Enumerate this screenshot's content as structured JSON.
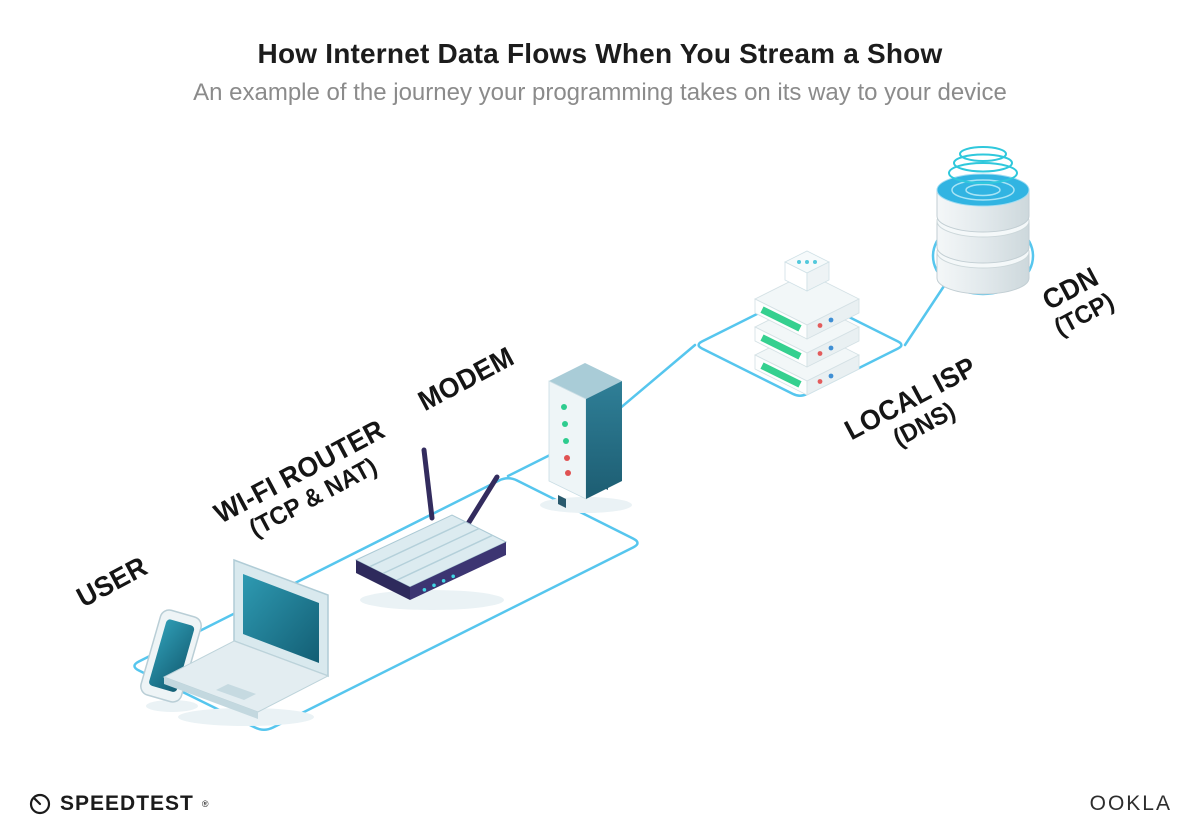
{
  "header": {
    "title": "How Internet Data Flows When You Stream a Show",
    "subtitle": "An example of the journey your programming takes on its way to your device"
  },
  "nodes": [
    {
      "id": "user",
      "label": "USER",
      "sublabel": ""
    },
    {
      "id": "wifi-router",
      "label": "WI-FI ROUTER",
      "sublabel": "(TCP & NAT)"
    },
    {
      "id": "modem",
      "label": "MODEM",
      "sublabel": ""
    },
    {
      "id": "local-isp",
      "label": "LOCAL ISP",
      "sublabel": "(DNS)"
    },
    {
      "id": "cdn",
      "label": "CDN",
      "sublabel": "(TCP)"
    }
  ],
  "footer": {
    "left_brand": "SPEEDTEST",
    "left_brand_mark": "®",
    "right_brand": "OOKLA"
  },
  "colors": {
    "connection_line": "#56c6ee",
    "title_text": "#1c1c1c",
    "subtitle_text": "#8b8b8b",
    "device_teal": "#1e7b90",
    "device_navy": "#322b60",
    "accent_green": "#35d08f",
    "accent_cyan": "#2fc8dc"
  }
}
